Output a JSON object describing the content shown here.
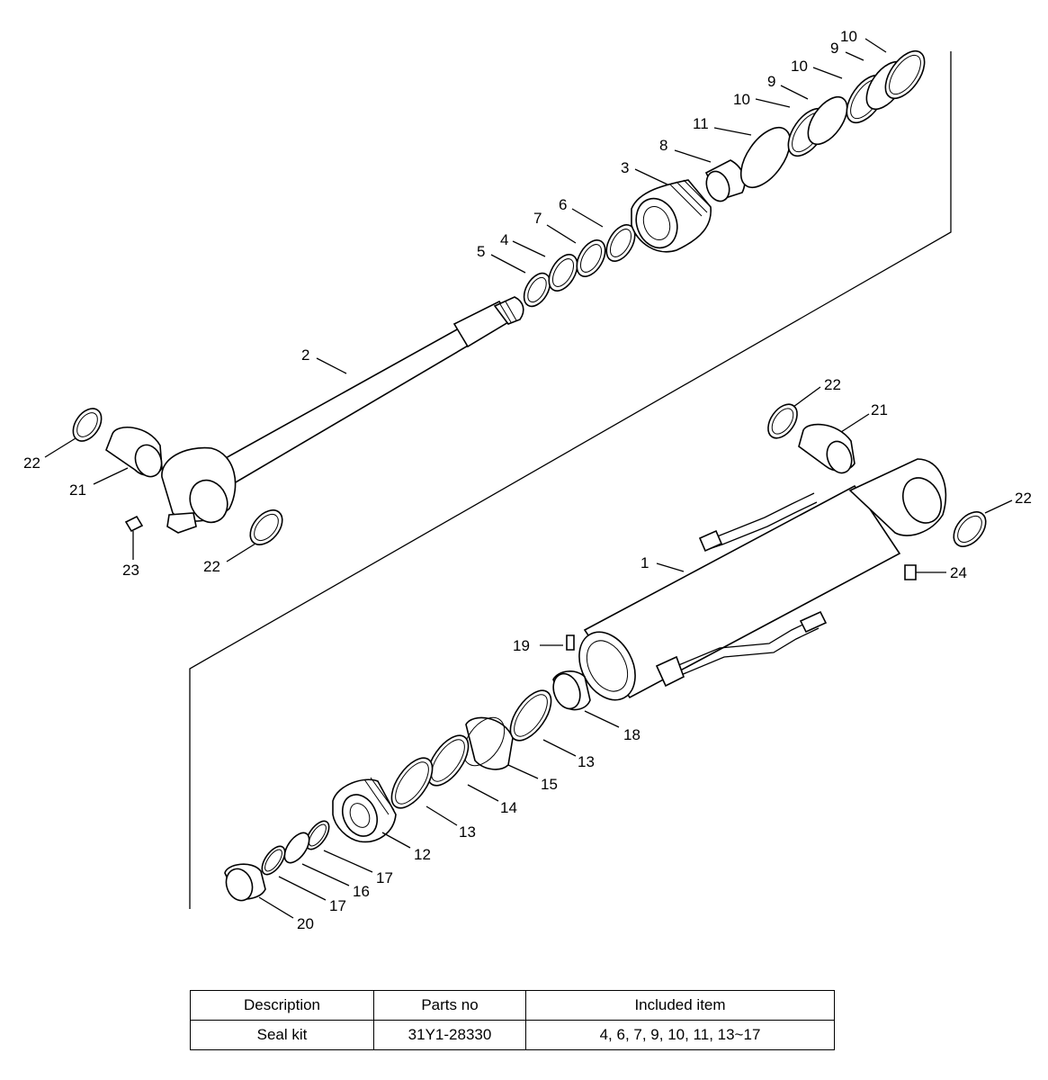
{
  "callouts": {
    "p1": "1",
    "p2": "2",
    "p3": "3",
    "p4": "4",
    "p5": "5",
    "p6": "6",
    "p7": "7",
    "p8": "8",
    "p9a": "9",
    "p9b": "9",
    "p10a": "10",
    "p10b": "10",
    "p10c": "10",
    "p11": "11",
    "p12": "12",
    "p13a": "13",
    "p13b": "13",
    "p14": "14",
    "p15": "15",
    "p16": "16",
    "p17a": "17",
    "p17b": "17",
    "p18": "18",
    "p19": "19",
    "p20": "20",
    "p21a": "21",
    "p21b": "21",
    "p22a": "22",
    "p22b": "22",
    "p22c": "22",
    "p22d": "22",
    "p23": "23",
    "p24": "24"
  },
  "table": {
    "headers": [
      "Description",
      "Parts no",
      "Included item"
    ],
    "rows": [
      [
        "Seal kit",
        "31Y1-28330",
        "4, 6, 7, 9, 10, 11, 13~17"
      ]
    ]
  }
}
